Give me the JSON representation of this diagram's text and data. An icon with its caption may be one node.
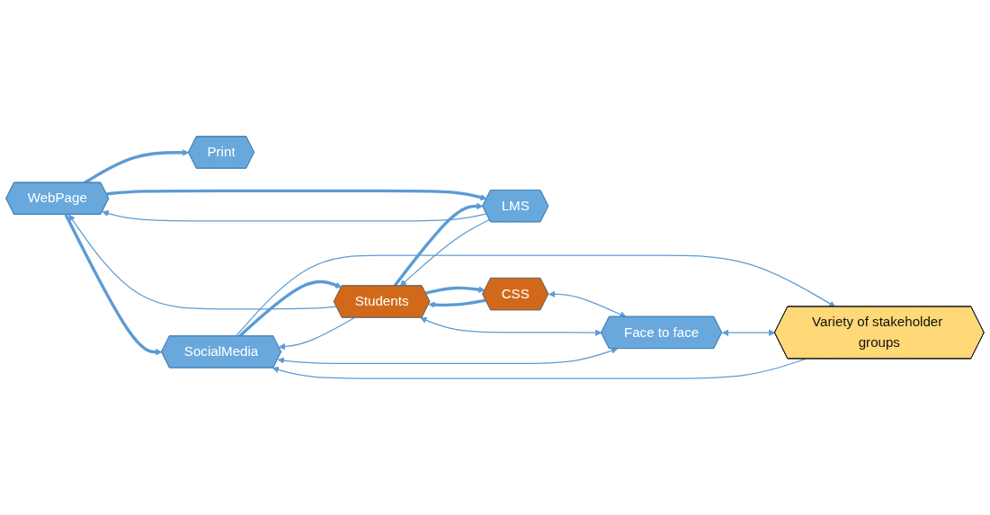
{
  "diagram": {
    "nodes": [
      {
        "text": [
          "Print"
        ]
      },
      {
        "text": [
          "WebPage"
        ]
      },
      {
        "text": [
          "LMS"
        ]
      },
      {
        "text": [
          "SocialMedia"
        ]
      },
      {
        "text": [
          "Students"
        ]
      },
      {
        "text": [
          "CSS"
        ]
      },
      {
        "text": [
          "Face to face"
        ]
      },
      {
        "text": [
          "Variety of stakeholder groups"
        ]
      }
    ],
    "edges": [
      {
        "from": 1,
        "to": 0,
        "arrow": "to",
        "style": "thick"
      },
      {
        "from": 1,
        "to": 3,
        "arrow": "to",
        "style": "thick"
      },
      {
        "from": 2,
        "to": 1,
        "arrow": "to"
      },
      {
        "from": 1,
        "to": 2,
        "arrow": "to",
        "style": "thick"
      },
      {
        "from": 2,
        "to": 4,
        "arrow": "to"
      },
      {
        "from": 4,
        "to": 2,
        "arrow": "to",
        "style": "thick"
      },
      {
        "from": 4,
        "to": 1,
        "arrow": "to"
      },
      {
        "from": 3,
        "to": 4,
        "arrow": "to",
        "style": "thick"
      },
      {
        "from": 4,
        "to": 3,
        "arrow": "to"
      },
      {
        "from": 4,
        "to": 5,
        "arrow": "to",
        "style": "thick"
      },
      {
        "from": 5,
        "to": 4,
        "arrow": "to",
        "style": "thick"
      },
      {
        "from": 5,
        "to": 6,
        "arrow": "both"
      },
      {
        "from": 4,
        "to": 6,
        "arrow": "both"
      },
      {
        "from": 3,
        "to": 6,
        "arrow": "both"
      },
      {
        "from": 3,
        "to": 7,
        "arrow": "to"
      },
      {
        "from": 7,
        "to": 3,
        "arrow": "to"
      },
      {
        "from": 6,
        "to": 7,
        "arrow": "both"
      }
    ]
  }
}
